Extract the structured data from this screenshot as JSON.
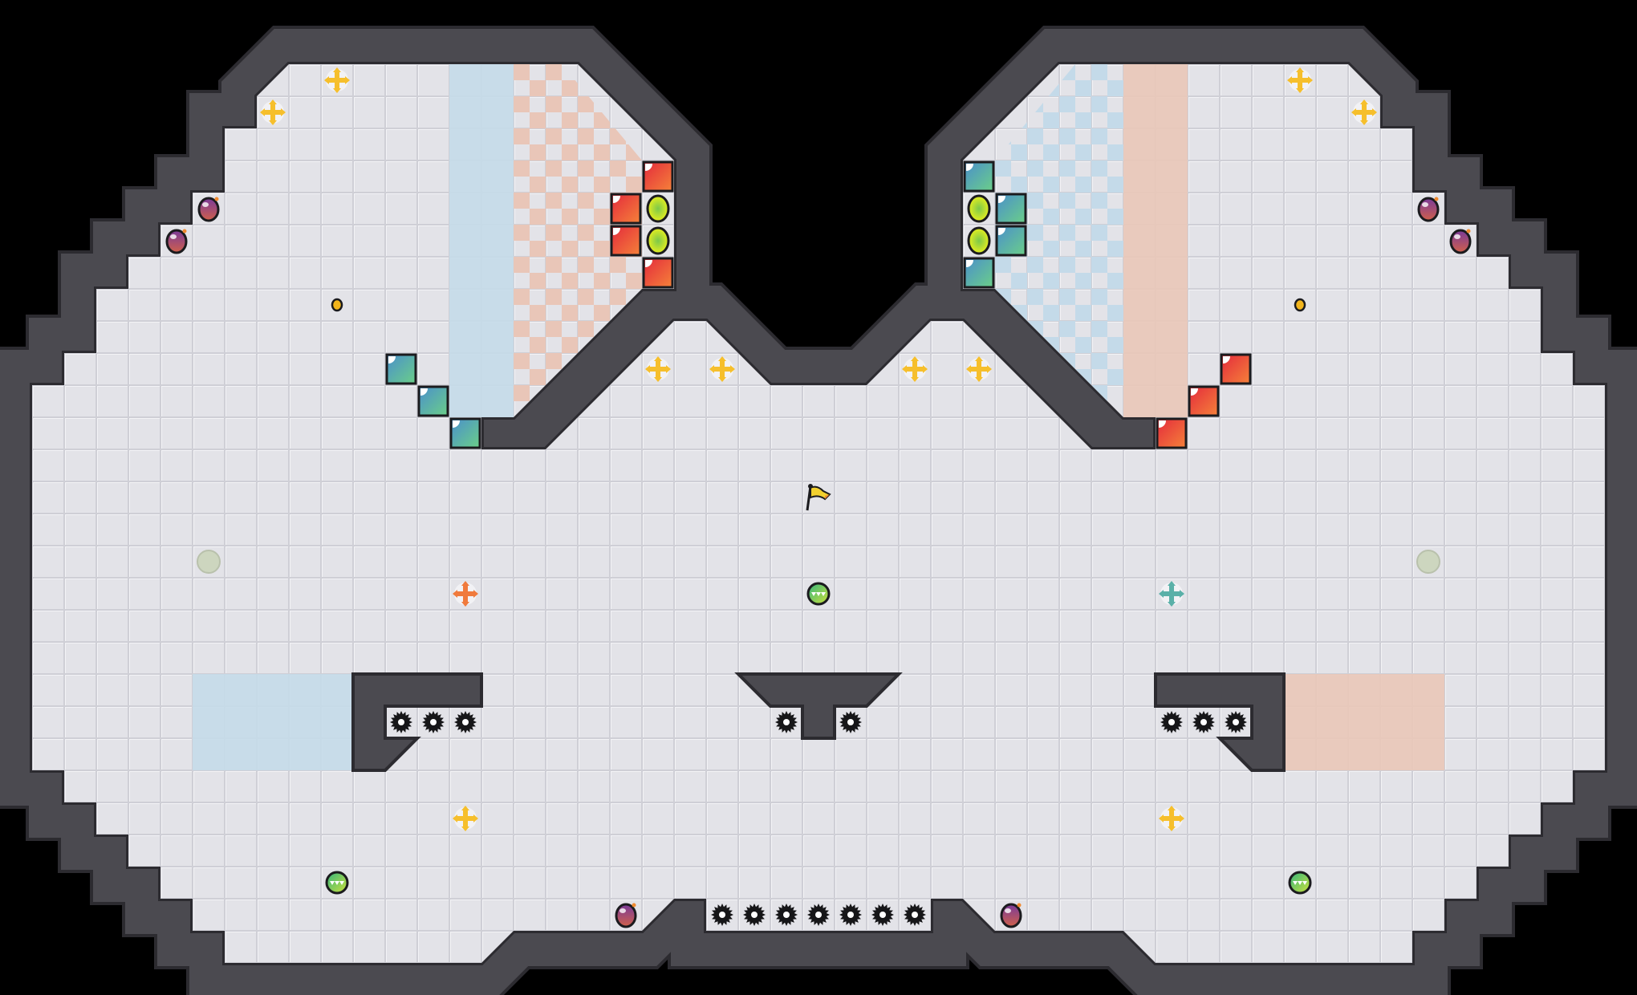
{
  "level": {
    "colors": {
      "background": "#000000",
      "wall": "#4b4a50",
      "wall_edge": "#2c2b30",
      "floor": "#e3e3e8",
      "floor_light": "#f3f3f6",
      "floor_dark": "#cfcfd6",
      "zone_blue": "#c4dae9",
      "zone_salmon": "#e9c6b8",
      "block_red_a": "#e42a3c",
      "block_red_b": "#f5823a",
      "block_teal_a": "#4a8fcc",
      "block_teal_b": "#6bcf88",
      "plus_yellow": "#f6bf2c",
      "plus_orange": "#f07a3c",
      "plus_teal": "#5ab0a8",
      "bomb": "#8e3e8c",
      "coin": "#f2b51c",
      "pale_orb": "#cdd6bf",
      "arrow_ball_a": "#34b57c",
      "arrow_ball_b": "#cde23c",
      "flag": "#f2d02e"
    },
    "object_kinds": [
      "red-block",
      "teal-block",
      "switch-orb",
      "gear-hazard",
      "yellow-plus",
      "orange-plus",
      "teal-plus",
      "bomb",
      "coin",
      "pale-orb",
      "arrow-ball",
      "goal-flag"
    ]
  }
}
